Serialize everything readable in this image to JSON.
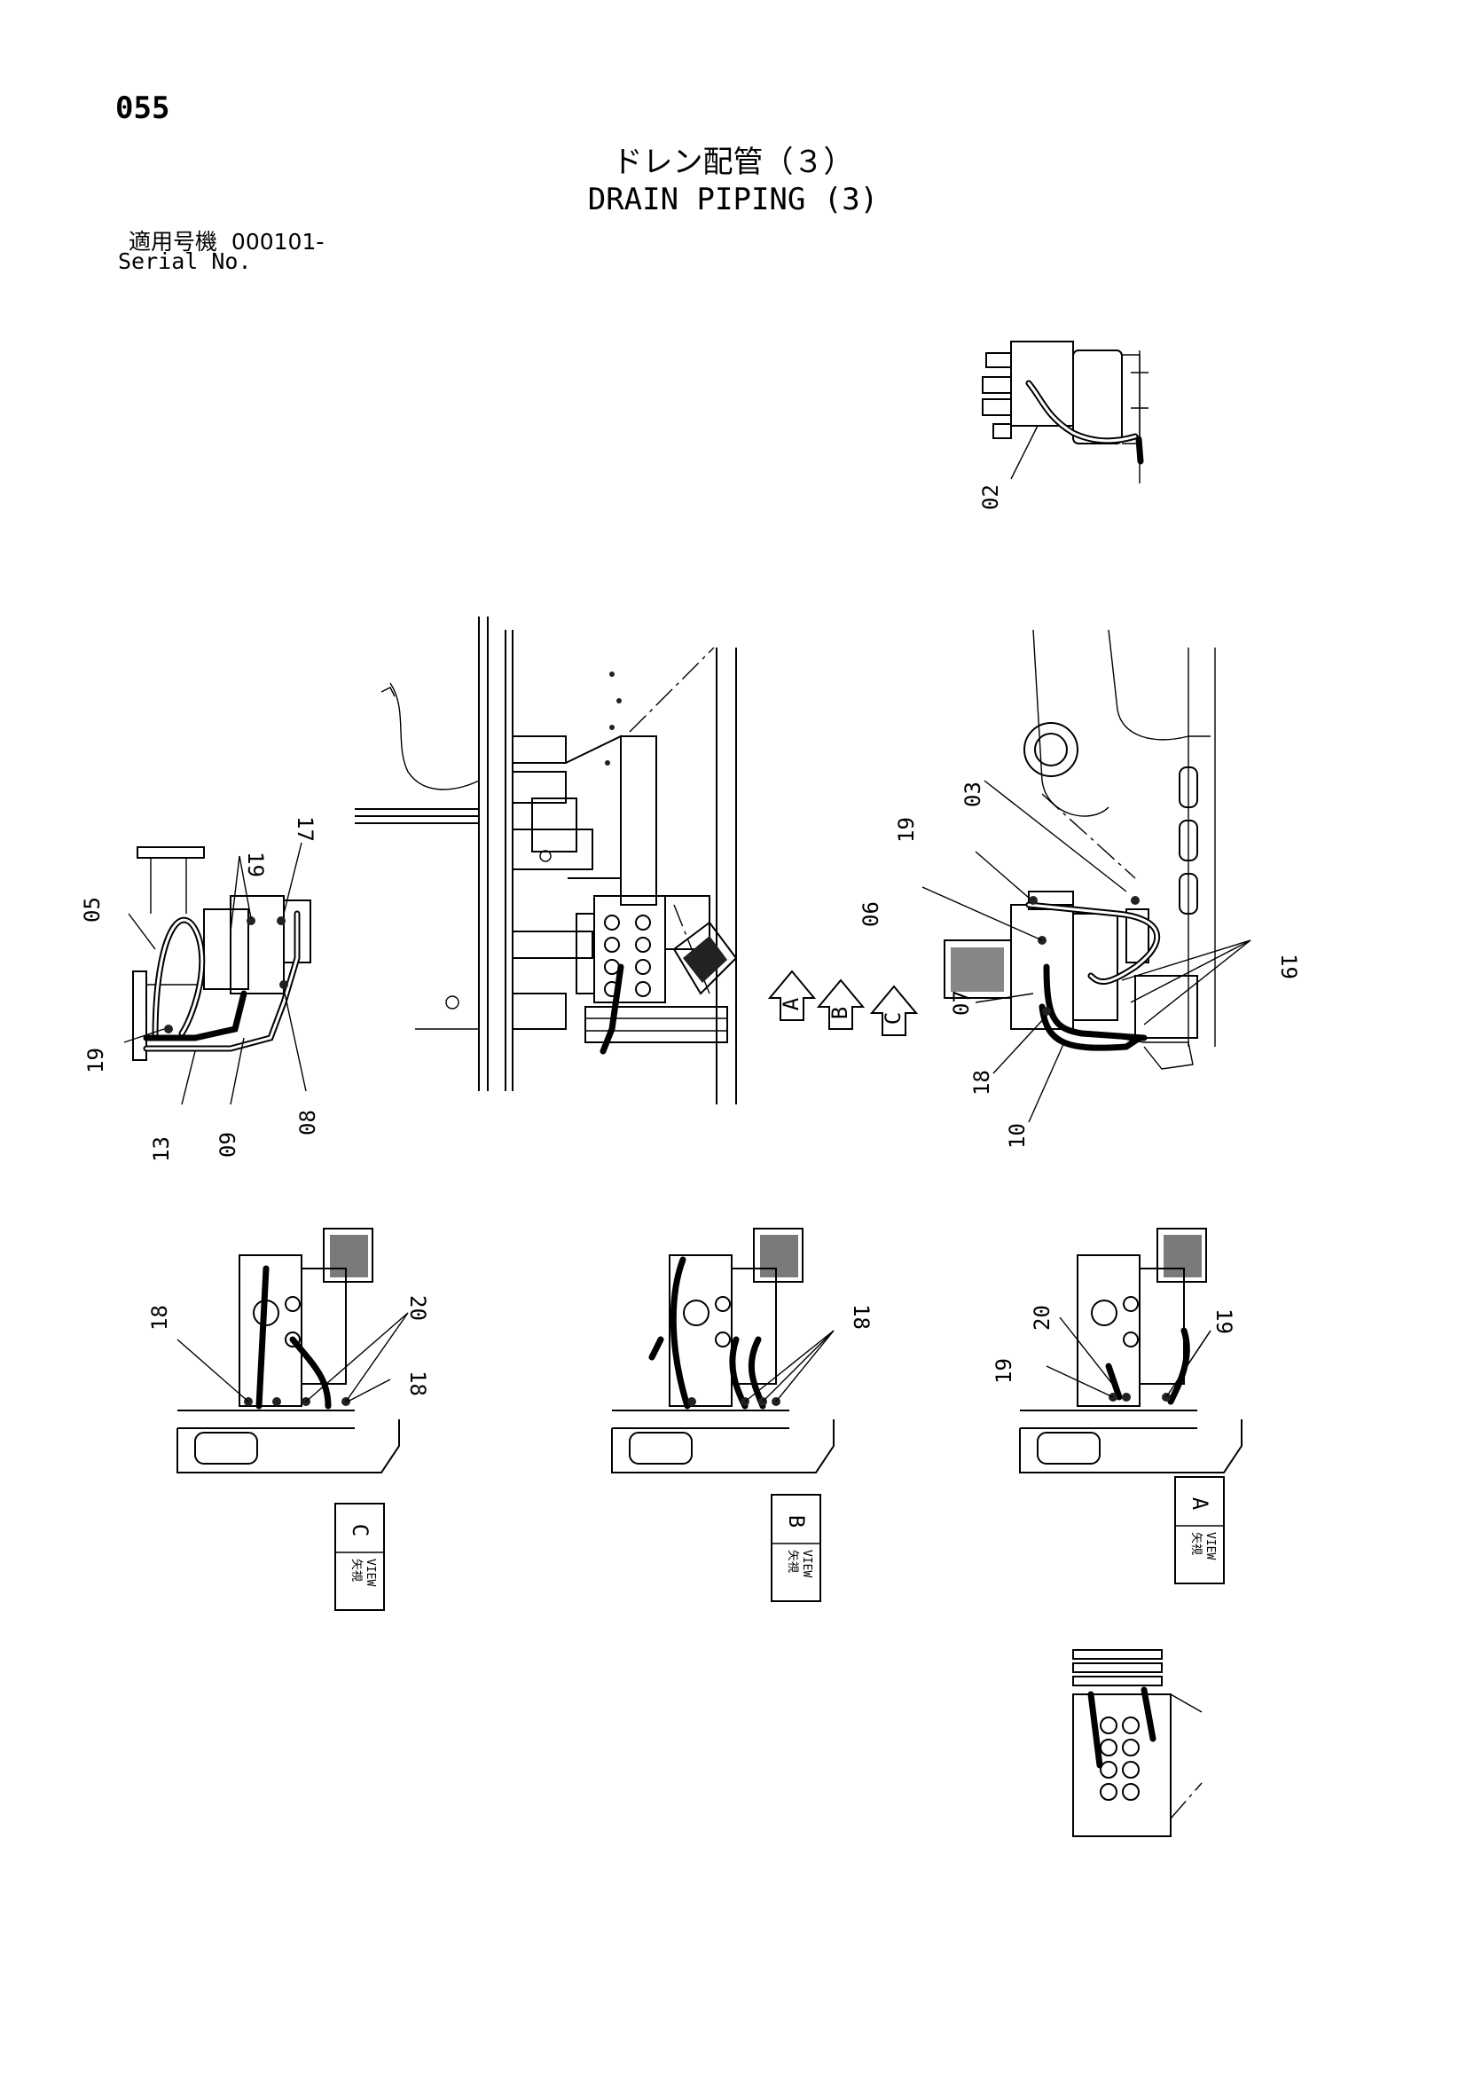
{
  "page_number": "055",
  "title_jp": "ドレン配管（３）",
  "title_en": "DRAIN PIPING (3)",
  "serial_label_jp": "適用号機",
  "serial_value": "000101-",
  "serial_label_en": "Serial No.",
  "callouts": {
    "c02": "02",
    "c03": "03",
    "c05": "05",
    "c06": "06",
    "c07": "07",
    "c08": "08",
    "c09": "09",
    "c10": "10",
    "c13": "13",
    "c17": "17",
    "c18a": "18",
    "c18b": "18",
    "c18c": "18",
    "c18d": "18",
    "c19a": "19",
    "c19b": "19",
    "c19c": "19",
    "c19d": "19",
    "c19e": "19",
    "c19f": "19",
    "c20a": "20",
    "c20b": "20"
  },
  "view_arrows": {
    "a": "A",
    "b": "B",
    "c": "C"
  },
  "view_labels": [
    {
      "letter": "C",
      "jp": "矢視",
      "en": "VIEW"
    },
    {
      "letter": "B",
      "jp": "矢視",
      "en": "VIEW"
    },
    {
      "letter": "A",
      "jp": "矢視",
      "en": "VIEW"
    }
  ]
}
